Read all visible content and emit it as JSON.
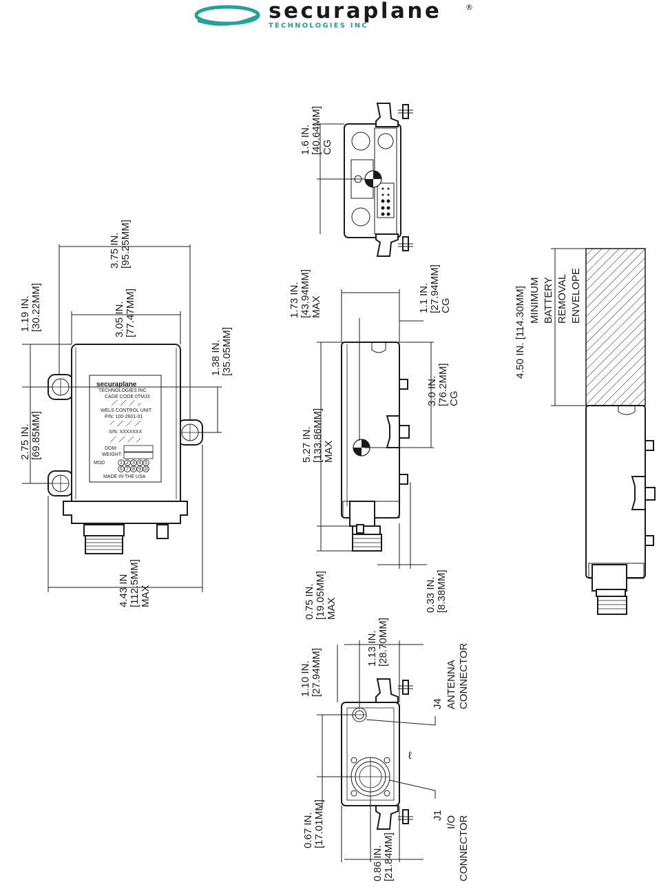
{
  "logo": {
    "brand": "securaplane",
    "registered": "®",
    "subtitle": "TECHNOLOGIES INC"
  },
  "label": {
    "brand": "securaplane",
    "subtitle": "TECHNOLOGIES INC",
    "cage_code": "CAGE CODE 0TMJ3",
    "product": "WELS CONTROL UNIT",
    "part_number": "P/N: 100-2601-01",
    "serial": "S/N: XXXXXXX",
    "dom": "DOM:",
    "weight": "WEIGHT:",
    "mod": "MOD",
    "mod_numbers": [
      "1",
      "2",
      "3",
      "4",
      "5",
      "6",
      "7",
      "8",
      "9",
      "10"
    ],
    "made_in": "MADE IN THE USA"
  },
  "dims": {
    "d375": [
      "3.75 IN.",
      "[95.25MM]"
    ],
    "d119": [
      "1.19 IN.",
      "[30.22MM]"
    ],
    "d305": [
      "3.05 IN.",
      "[77.47MM]"
    ],
    "d138": [
      "1.38 IN.",
      "[35.05MM]"
    ],
    "d275": [
      "2.75 IN.",
      "[69.85MM]"
    ],
    "d443": [
      "4.43 IN",
      "[112.5MM]",
      "MAX"
    ],
    "d16cg": [
      "1.6 IN.",
      "[40.64MM]",
      "CG"
    ],
    "d173": [
      "1.73 IN.",
      "[43.94MM]",
      "MAX"
    ],
    "d11cg": [
      "1.1 IN.",
      "[27.94MM]",
      "CG"
    ],
    "d527": [
      "5.27 IN.",
      "[133.86MM]",
      "MAX"
    ],
    "d30cg": [
      "3.0 IN.",
      "[76.2MM]",
      "CG"
    ],
    "d075": [
      "0.75 IN.",
      "[19.05MM]",
      "MAX"
    ],
    "d033": [
      "0.33 IN.",
      "[8.38MM]"
    ],
    "d450": [
      "4.50 IN. [114.30MM]",
      "MINIMUM",
      "BATTERY",
      "REMOVAL",
      "ENVELOPE"
    ],
    "d110": [
      "1.10 IN.",
      "[27.94MM]"
    ],
    "d113": [
      "1.13 IN.",
      "[28.70MM]"
    ],
    "d067": [
      "0.67 IN.",
      "[17.01MM]"
    ],
    "d086": [
      "0.86 IN.",
      "[21.84MM]"
    ],
    "j4": [
      "J4",
      "ANTENNA",
      "CONNECTOR"
    ],
    "j1": [
      "J1",
      "I/O",
      "CONNECTOR"
    ]
  },
  "colors": {
    "line": "#1a1a1a",
    "logo_teal": "#1fa39a"
  }
}
